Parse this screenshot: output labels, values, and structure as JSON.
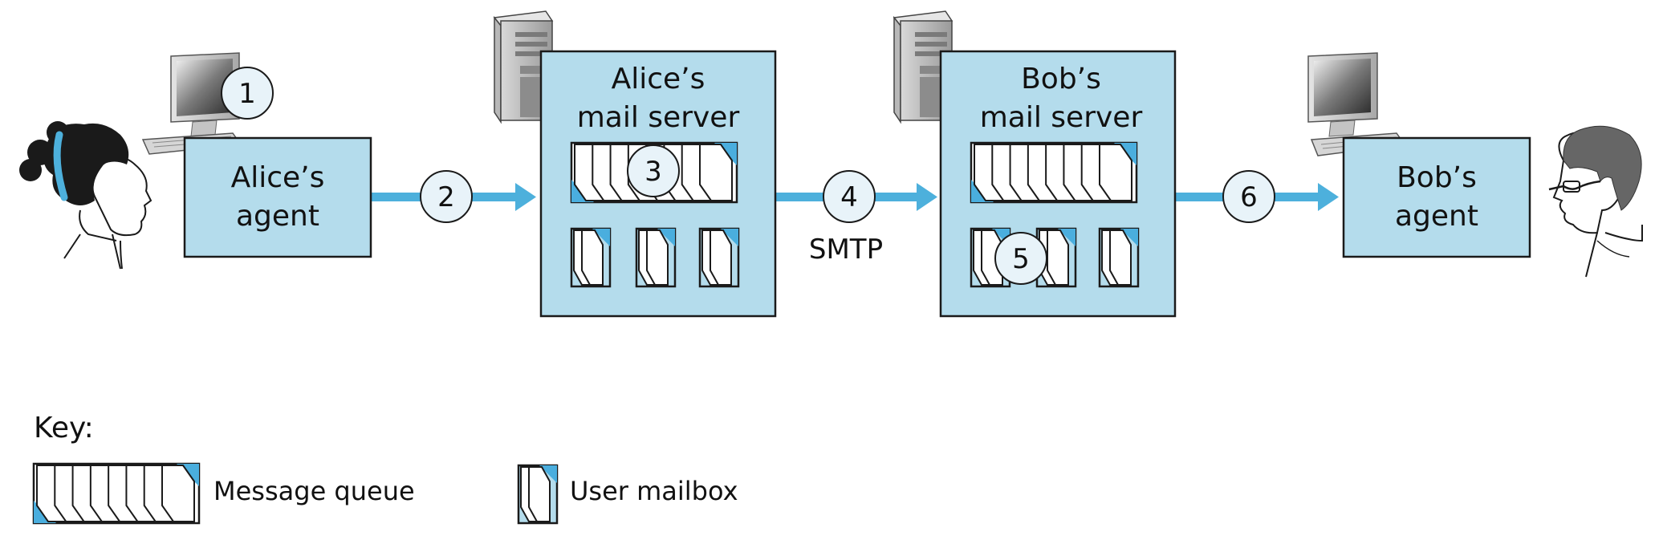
{
  "colors": {
    "box_fill": "#b4dcec",
    "box_stroke": "#1a1a1a",
    "arrow": "#4db0dc",
    "circle_fill": "#e8f3f9",
    "queue_accent": "#4aaede"
  },
  "nodes": {
    "alice_agent": "Alice’s agent",
    "alice_server_line1": "Alice’s",
    "alice_server_line2": "mail server",
    "bob_server_line1": "Bob’s",
    "bob_server_line2": "mail server",
    "bob_agent": "Bob’s agent",
    "alice_agent_line1": "Alice’s",
    "alice_agent_line2": "agent",
    "bob_agent_line1": "Bob’s",
    "bob_agent_line2": "agent"
  },
  "steps": [
    "1",
    "2",
    "3",
    "4",
    "5",
    "6"
  ],
  "protocol_label": "SMTP",
  "key": {
    "title": "Key:",
    "message_queue": "Message queue",
    "user_mailbox": "User mailbox"
  },
  "icons": [
    "woman-user-icon",
    "man-user-icon",
    "desktop-computer-icon",
    "server-tower-icon"
  ]
}
